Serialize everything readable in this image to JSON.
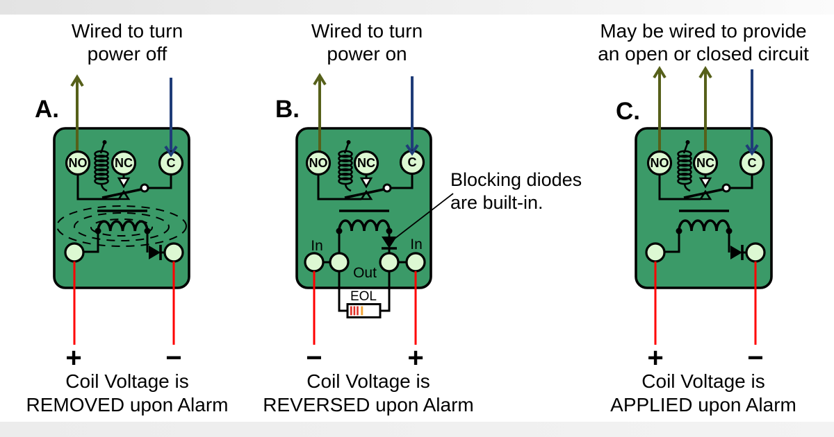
{
  "colors": {
    "relay_body": "#3B9A68",
    "terminal_fill": "#DCF8D2",
    "wire_red": "#FF0000",
    "arrow_olive": "#56601A",
    "arrow_navy": "#1F3C78"
  },
  "panels": [
    {
      "letter": "A.",
      "caption_top": [
        "Wired to turn",
        "power off"
      ],
      "terminals": {
        "no": "NO",
        "nc": "NC",
        "c": "C"
      },
      "polarity_left": "+",
      "polarity_right": "−",
      "caption_bottom": [
        "Coil Voltage is",
        "REMOVED upon Alarm"
      ]
    },
    {
      "letter": "B.",
      "caption_top": [
        "Wired to turn",
        "power on"
      ],
      "terminals": {
        "no": "NO",
        "nc": "NC",
        "c": "C"
      },
      "ports": {
        "in_left": "In",
        "in_right": "In",
        "out": "Out",
        "eol": "EOL"
      },
      "polarity_left": "−",
      "polarity_right": "+",
      "caption_bottom": [
        "Coil Voltage is",
        "REVERSED upon Alarm"
      ]
    },
    {
      "letter": "C.",
      "caption_top": [
        "May be wired to provide",
        "an open or closed circuit"
      ],
      "terminals": {
        "no": "NO",
        "nc": "NC",
        "c": "C"
      },
      "polarity_left": "+",
      "polarity_right": "−",
      "caption_bottom": [
        "Coil Voltage is",
        "APPLIED upon Alarm"
      ]
    }
  ],
  "annotation": {
    "line1": "Blocking diodes",
    "line2": "are built-in."
  }
}
